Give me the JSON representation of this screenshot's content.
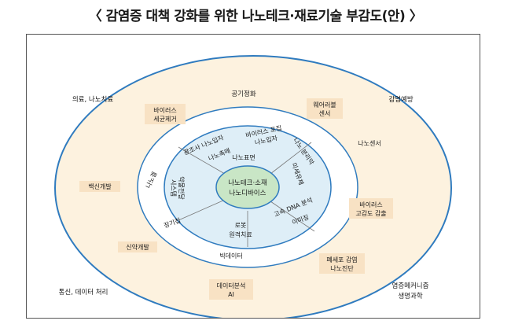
{
  "title": "〈 감염증 대책 강화를 위한 나노테크·재료기술 부감도(안) 〉",
  "center": [
    "나노테크·소재",
    "나노디바이스"
  ],
  "inner_ring": {
    "particles_1": "광조사 나노입자",
    "particles_2": "나노촉매",
    "virus_capture": [
      "바이러스 포집",
      "나노입자"
    ],
    "nano_surface": "나노표면",
    "separation": "나노 분리막",
    "microfluidics": "미세유체",
    "dna_analysis": "고속 DNA 분석",
    "imaging": "이미징",
    "robot": [
      "로봇",
      "원격치료"
    ],
    "big_data": "빅데이터",
    "nanogel": "나노겔",
    "delivery": [
      "약물전달",
      "시스템"
    ],
    "organ_chip": "장기칩"
  },
  "middle_ring": {
    "air_purify": "공기정화",
    "virus_sterilize": [
      "바이러스",
      "세균제거"
    ],
    "wearable": [
      "웨어러블",
      "센서"
    ],
    "nano_sensor": "나노센서",
    "high_sens": [
      "바이러스",
      "고감도 감출"
    ],
    "vaccine": "백신개발",
    "drug_dev": "신약개발",
    "pneumonia": [
      "폐세포 감염",
      "나노진단"
    ],
    "data_ai": [
      "데이터분석",
      "AI"
    ]
  },
  "outer": {
    "medical": "의료, 나노치료",
    "prevention": "감염예방",
    "comms": "통신, 데이터 처리",
    "science": [
      "염증메커니즘",
      "생명과학"
    ]
  },
  "colors": {
    "outer_fill": "#fdf2df",
    "middle_fill": "#ffffff",
    "inner_fill": "#deeef7",
    "center_fill": "#c9e6c6",
    "ring_stroke": "#2f7bbf",
    "box_fill": "#f8e2c4"
  }
}
